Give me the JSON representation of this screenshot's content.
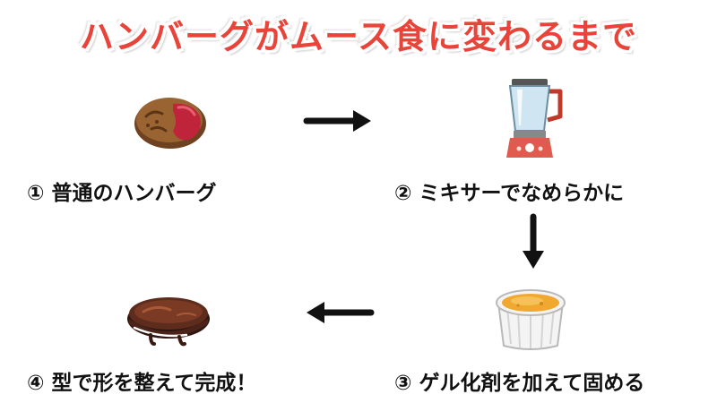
{
  "title": "ハンバーグがムース食に変わるまで",
  "steps": [
    {
      "label": "① 普通のハンバーグ",
      "illustration": "hamburger-steak"
    },
    {
      "label": "② ミキサーでなめらかに",
      "illustration": "blender"
    },
    {
      "label": "③ ゲル化剤を加えて固める",
      "illustration": "ramekin-gel"
    },
    {
      "label": "④ 型で形を整えて完成！",
      "illustration": "shaped-mousse-hamburger"
    }
  ],
  "colors": {
    "title": "#e8443a",
    "arrow": "#111111",
    "patty": "#8b5a2b",
    "sauce": "#c0243a",
    "blender_glass": "#cfe6f2",
    "blender_base": "#e05a4e",
    "ramekin": "#f4f4f4",
    "gel": "#f0a830"
  }
}
